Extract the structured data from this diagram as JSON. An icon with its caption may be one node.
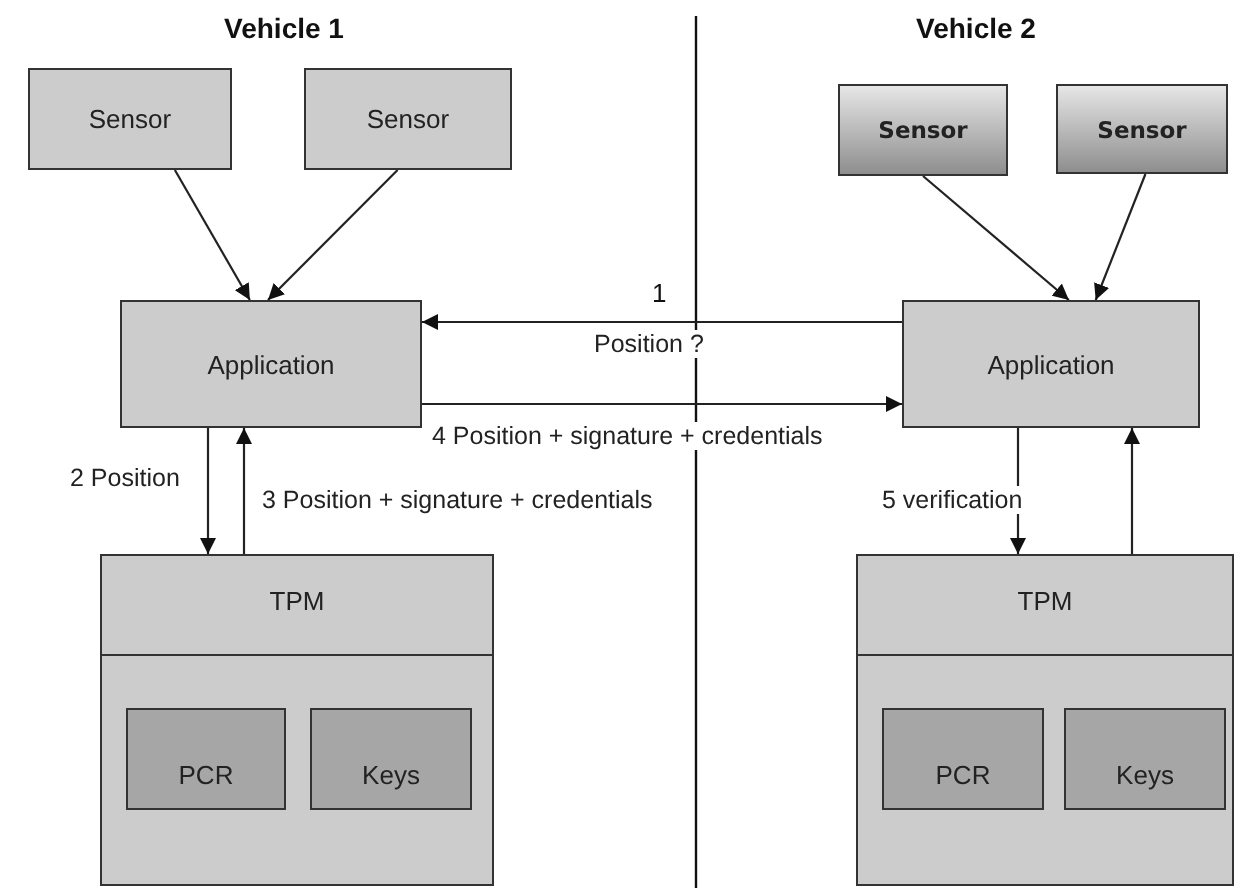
{
  "diagram": {
    "nodes": [
      {
        "text": [
          "Sensor"
        ]
      },
      {
        "text": [
          "Sensor"
        ]
      },
      {
        "text": [
          "Sensor"
        ]
      },
      {
        "text": [
          "Sensor"
        ]
      },
      {
        "text": [
          "Application"
        ]
      },
      {
        "text": [
          "Application"
        ]
      },
      {
        "text": [
          "TPM"
        ]
      },
      {
        "text": [
          "PCR"
        ],
        "in": 6
      },
      {
        "text": [
          "Keys"
        ],
        "in": 6
      },
      {
        "text": [
          "TPM"
        ]
      },
      {
        "text": [
          "PCR"
        ],
        "in": 9
      },
      {
        "text": [
          "Keys"
        ],
        "in": 9
      }
    ],
    "edges": [
      {
        "from": 0,
        "to": 4,
        "arrow": "to"
      },
      {
        "from": 1,
        "to": 4,
        "arrow": "to"
      },
      {
        "from": 2,
        "to": 5,
        "arrow": "to"
      },
      {
        "from": 3,
        "to": 5,
        "arrow": "to"
      },
      {
        "from": 5,
        "to": 4,
        "arrow": "to",
        "label": "Position ?"
      },
      {
        "from": 4,
        "to": 5,
        "arrow": "to",
        "label": "4 Position + signature + credentials"
      },
      {
        "from": 4,
        "to": 6,
        "arrow": "to",
        "label": "2 Position"
      },
      {
        "from": 6,
        "to": 4,
        "arrow": "to",
        "label": "3 Position + signature + credentials"
      },
      {
        "from": 5,
        "to": 9,
        "arrow": "to",
        "label": "5 verification"
      },
      {
        "from": 9,
        "to": 5,
        "arrow": "to"
      }
    ],
    "labels": [
      "Vehicle 1",
      "Vehicle 2",
      "1"
    ]
  }
}
